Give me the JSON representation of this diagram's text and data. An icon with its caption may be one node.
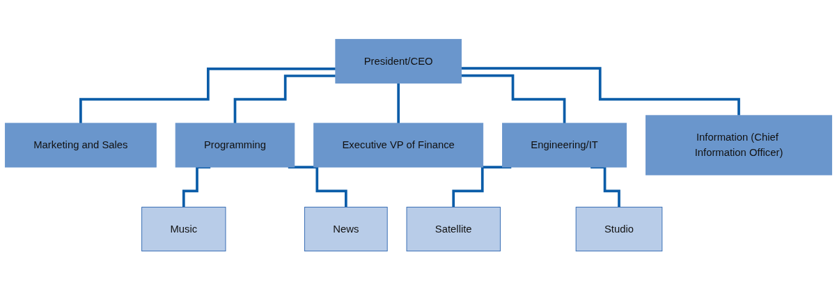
{
  "diagram": {
    "nodes": [
      {
        "text": [
          "President/CEO"
        ]
      },
      {
        "text": [
          "Marketing and Sales"
        ]
      },
      {
        "text": [
          "Programming"
        ]
      },
      {
        "text": [
          "Executive VP of Finance"
        ]
      },
      {
        "text": [
          "Engineering/IT"
        ]
      },
      {
        "text": [
          "Information (Chief Information Officer)"
        ]
      },
      {
        "text": [
          "Music"
        ]
      },
      {
        "text": [
          "News"
        ]
      },
      {
        "text": [
          "Satellite"
        ]
      },
      {
        "text": [
          "Studio"
        ]
      }
    ],
    "edges": [
      {
        "from": 0,
        "to": 1,
        "arrow": "none"
      },
      {
        "from": 0,
        "to": 2,
        "arrow": "none"
      },
      {
        "from": 0,
        "to": 3,
        "arrow": "none"
      },
      {
        "from": 0,
        "to": 4,
        "arrow": "none"
      },
      {
        "from": 0,
        "to": 5,
        "arrow": "none"
      },
      {
        "from": 2,
        "to": 6,
        "arrow": "none"
      },
      {
        "from": 2,
        "to": 7,
        "arrow": "none"
      },
      {
        "from": 4,
        "to": 8,
        "arrow": "none"
      },
      {
        "from": 4,
        "to": 9,
        "arrow": "none"
      }
    ]
  }
}
